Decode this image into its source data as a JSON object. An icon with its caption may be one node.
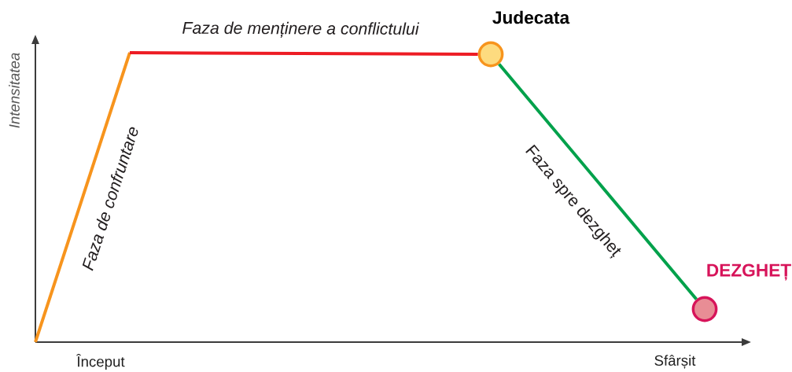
{
  "diagram": {
    "nodes": [
      {
        "text": [
          "Judecata"
        ]
      },
      {
        "text": [
          "DEZGHEȚ"
        ]
      }
    ],
    "edges": [
      {
        "from": null,
        "to": 0,
        "arrow": "none",
        "label": "Faza de menținere a conflictului",
        "color": "#ed1c24"
      },
      {
        "from": 0,
        "to": 1,
        "arrow": "none",
        "label": "Faza spre dezgheț",
        "color": "#00a14b"
      }
    ],
    "labels": [
      "Intensitatea",
      "Faza de confruntare",
      "Început",
      "Sfârșit"
    ]
  }
}
